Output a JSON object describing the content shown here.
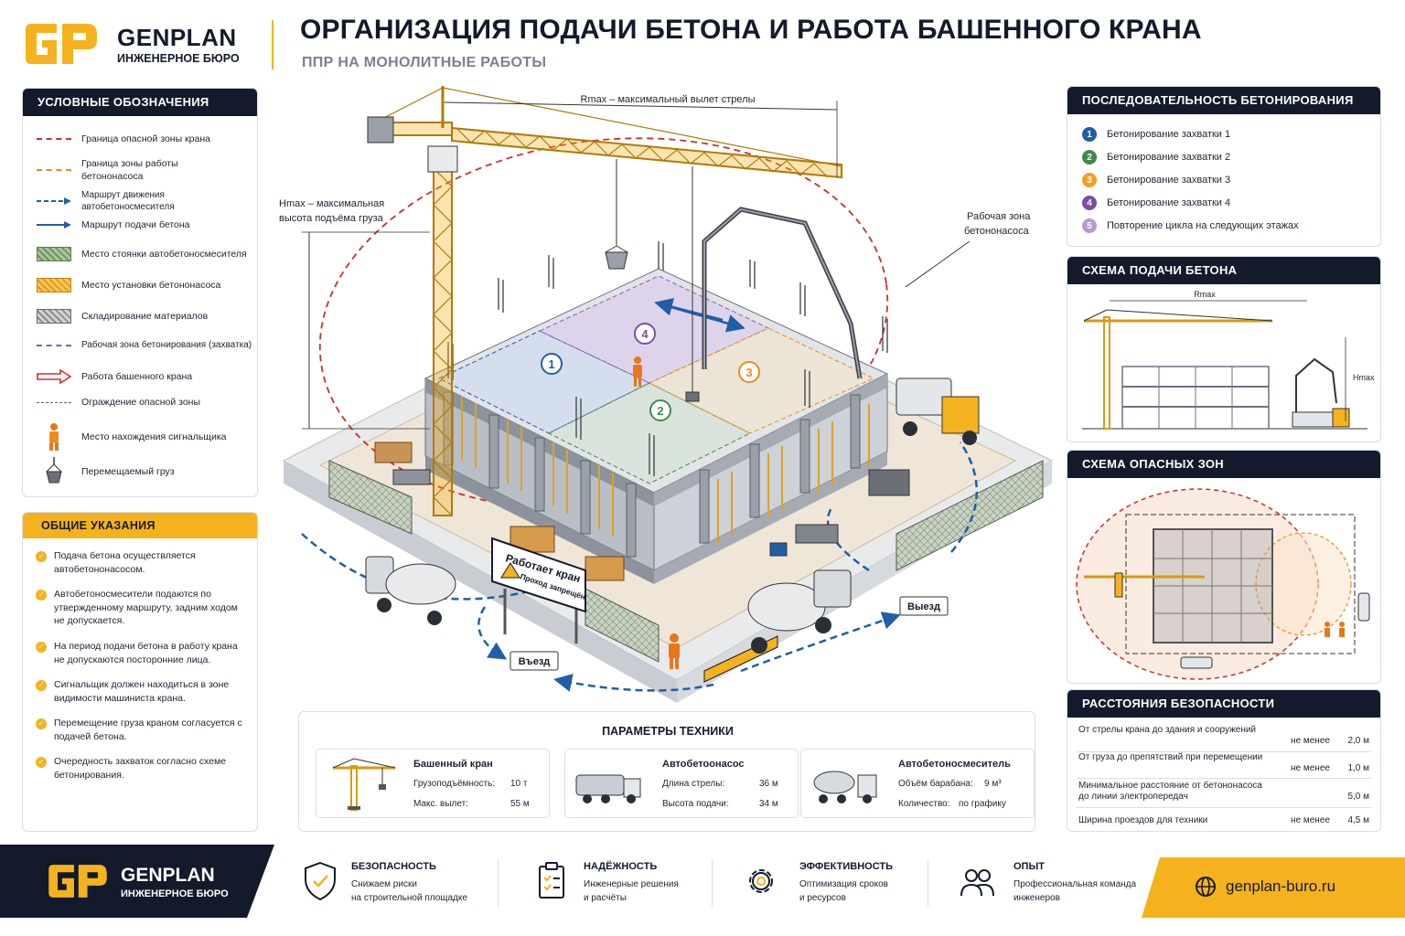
{
  "brand": {
    "name": "GENPLAN",
    "sub": "ИНЖЕНЕРНОЕ БЮРО"
  },
  "header": {
    "title": "ОРГАНИЗАЦИЯ ПОДАЧИ БЕТОНА И РАБОТА БАШЕННОГО КРАНА",
    "subtitle": "ППР НА МОНОЛИТНЫЕ РАБОТЫ"
  },
  "legend": {
    "title": "УСЛОВНЫЕ ОБОЗНАЧЕНИЯ",
    "items": [
      {
        "label": "Граница опасной зоны крана",
        "symbol": "red-dashed-line"
      },
      {
        "label": "Граница зоны работы бетононасоса",
        "symbol": "orange-dashed-line"
      },
      {
        "label": "Маршрут движения автобетоносмесителя",
        "symbol": "blue-dashed-arrow"
      },
      {
        "label": "Маршрут подачи бетона",
        "symbol": "blue-arrow"
      },
      {
        "label": "Место стоянки автобетоносмесителя",
        "symbol": "green-hatch"
      },
      {
        "label": "Место установки бетононасоса",
        "symbol": "orange-hatch"
      },
      {
        "label": "Складирование материалов",
        "symbol": "grey-hatch"
      },
      {
        "label": "Рабочая зона бетонирования (захватка)",
        "symbol": "purple-dashed-line"
      },
      {
        "label": "Работа башенного крана",
        "symbol": "red-outline-arrow"
      },
      {
        "label": "Ограждение опасной зоны",
        "symbol": "grey-dashed-line"
      },
      {
        "label": "Место нахождения сигнальщика",
        "symbol": "worker-icon"
      },
      {
        "label": "Перемещаемый груз",
        "symbol": "load-icon"
      }
    ]
  },
  "notes": {
    "title": "ОБЩИЕ УКАЗАНИЯ",
    "items": [
      "Подача бетона осуществляется автобетононасосом.",
      "Автобетоносмесители подаются по утвержденному маршруту, задним ходом не допускается.",
      "На период подачи бетона в работу крана не допускаются посторонние лица.",
      "Сигнальщик должен находиться в зоне видимости машиниста крана.",
      "Перемещение груза краном согласуется с подачей бетона.",
      "Очередность захваток согласно схеме бетонирования."
    ]
  },
  "scene": {
    "rmax": "Rmax – максимальный вылет стрелы",
    "hmax": "Hmax – максимальная высота подъёма груза",
    "pump_zone": "Рабочая зона бетононасоса",
    "sign_main": "Работает кран",
    "sign_sub": "Проход запрещён",
    "entry": "Въезд",
    "exit": "Выезд",
    "zones": [
      "1",
      "2",
      "3",
      "4"
    ]
  },
  "params": {
    "title": "ПАРАМЕТРЫ ТЕХНИКИ",
    "items": [
      {
        "name": "Башенный кран",
        "rows": [
          {
            "k": "Грузоподъёмность:",
            "v": "10 т"
          },
          {
            "k": "Макс. вылет:",
            "v": "55 м"
          }
        ]
      },
      {
        "name": "Автобетоонасос",
        "rows": [
          {
            "k": "Длина стрелы:",
            "v": "36 м"
          },
          {
            "k": "Высота подачи:",
            "v": "34 м"
          }
        ]
      },
      {
        "name": "Автобетоносмеситель",
        "rows": [
          {
            "k": "Объём барабана:",
            "v": "9 м³"
          },
          {
            "k": "Количество:",
            "v": "по графику"
          }
        ]
      }
    ]
  },
  "sequence": {
    "title": "ПОСЛЕДОВАТЕЛЬНОСТЬ БЕТОНИРОВАНИЯ",
    "items": [
      {
        "n": "1",
        "label": "Бетонирование захватки 1",
        "color": "#1f5fa8"
      },
      {
        "n": "2",
        "label": "Бетонирование захватки 2",
        "color": "#3f8a4a"
      },
      {
        "n": "3",
        "label": "Бетонирование захватки 3",
        "color": "#f0a020"
      },
      {
        "n": "4",
        "label": "Бетонирование захватки 4",
        "color": "#7b4fa0"
      },
      {
        "n": "5",
        "label": "Повторение цикла на следующих этажах",
        "color": "#b59ad0"
      }
    ]
  },
  "supply": {
    "title": "СХЕМА ПОДАЧИ БЕТОНА",
    "rmax": "Rmax",
    "hmax": "Hmax"
  },
  "danger": {
    "title": "СХЕМА ОПАСНЫХ ЗОН"
  },
  "distances": {
    "title": "РАССТОЯНИЯ БЕЗОПАСНОСТИ",
    "rows": [
      {
        "label": "От стрелы крана до здания и сооружений",
        "label2": "",
        "cond": "не менее",
        "value": "2,0 м"
      },
      {
        "label": "От груза до препятствий при перемещении",
        "label2": "",
        "cond": "не менее",
        "value": "1,0 м"
      },
      {
        "label": "Минимальное расстояние от бетононасоса",
        "label2": "до линии электропередач",
        "cond": "",
        "value": "5,0 м"
      },
      {
        "label": "Ширина проездов для техники",
        "label2": "",
        "cond": "не менее",
        "value": "4,5 м"
      }
    ]
  },
  "footer": {
    "items": [
      {
        "title": "БЕЗОПАСНОСТЬ",
        "l1": "Снижаем риски",
        "l2": "на строительной площадке"
      },
      {
        "title": "НАДЁЖНОСТЬ",
        "l1": "Инженерные решения",
        "l2": "и расчёты"
      },
      {
        "title": "ЭФФЕКТИВНОСТЬ",
        "l1": "Оптимизация сроков",
        "l2": "и ресурсов"
      },
      {
        "title": "ОПЫТ",
        "l1": "Профессиональная команда",
        "l2": "инженеров"
      }
    ],
    "site": "genplan-buro.ru"
  },
  "colors": {
    "accent": "#f5b21c",
    "dark": "#121a2b",
    "danger": "#d62a2a",
    "route": "#1f5fa8"
  }
}
